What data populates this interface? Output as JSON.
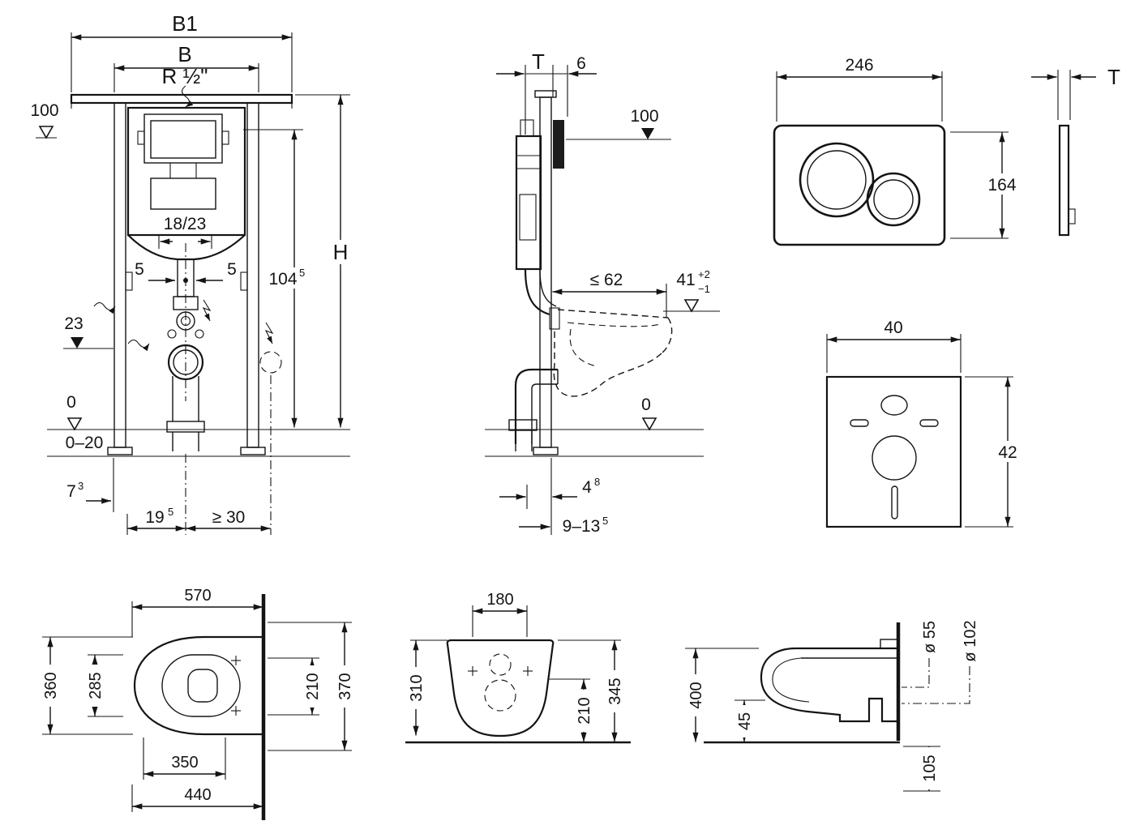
{
  "colors": {
    "ink": "#141414",
    "background": "#ffffff"
  },
  "drawing": {
    "frame_front": {
      "b1": "B1",
      "b": "B",
      "r_half": "R ½\"",
      "top_100": "100",
      "flush_1823": "18/23",
      "five_l": "5",
      "five_r": "5",
      "drain_23": "23",
      "h104": "104",
      "h104_sup": "5",
      "h": "H",
      "zero": "0",
      "floor_range": "0–20",
      "d7": "7",
      "d7_sup": "3",
      "d19": "19",
      "d19_sup": "5",
      "ge30": "≥ 30"
    },
    "frame_side": {
      "t": "T",
      "six": "6",
      "h100": "100",
      "le62": "≤ 62",
      "d41": "41",
      "d41_plus": "+2",
      "d41_minus": "−1",
      "zero": "0",
      "d4": "4",
      "d4_sup": "8",
      "d913": "9–13",
      "d913_sup": "5"
    },
    "actuator": {
      "w": "246",
      "h": "164",
      "t": "T"
    },
    "sound_pad": {
      "w": "40",
      "h": "42"
    },
    "wc_top": {
      "l": "570",
      "w": "360",
      "seat_w": "285",
      "fix": "350",
      "l2": "440",
      "r210": "210",
      "r370": "370"
    },
    "wc_front": {
      "w": "180",
      "h310": "310",
      "h210": "210",
      "h345": "345"
    },
    "wc_side": {
      "h400": "400",
      "h45": "45",
      "dia55": "ø 55",
      "dia102": "ø 102",
      "h105": "105"
    }
  }
}
